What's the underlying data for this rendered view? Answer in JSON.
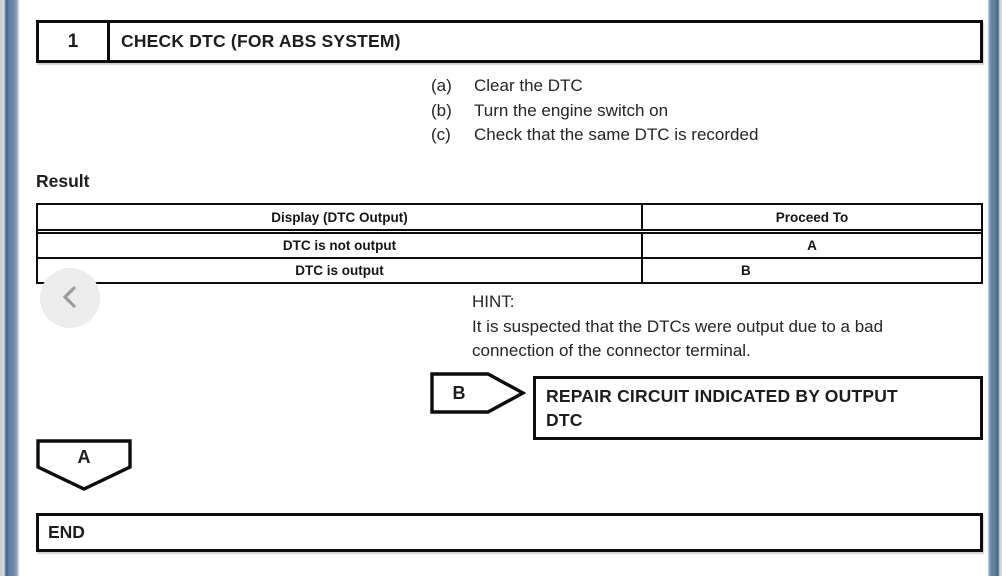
{
  "doc": {
    "step": {
      "number": "1",
      "title": "CHECK DTC (FOR ABS SYSTEM)"
    },
    "substeps": [
      {
        "label": "(a)",
        "text": "Clear the DTC"
      },
      {
        "label": "(b)",
        "text": "Turn the engine switch on"
      },
      {
        "label": "(c)",
        "text": "Check that the same DTC is recorded"
      }
    ],
    "result": {
      "heading": "Result",
      "table": {
        "columns": [
          "Display (DTC Output)",
          "Proceed To"
        ],
        "rows": [
          {
            "display": "DTC is not output",
            "proceed": "A"
          },
          {
            "display": "DTC is output",
            "proceed": "B"
          }
        ]
      }
    },
    "hint": {
      "label": "HINT:",
      "lines": [
        "It is suspected that the DTCs were output due to a bad",
        "connection of the connector terminal."
      ]
    },
    "branch_b": {
      "label": "B",
      "action_lines": [
        "REPAIR CIRCUIT INDICATED BY OUTPUT",
        "DTC"
      ]
    },
    "connector_a": {
      "label": "A"
    },
    "terminal": {
      "label": "END"
    }
  },
  "nav": {
    "prev_icon": "chevron-left"
  },
  "colors": {
    "frame_blue": "#5f7e9e",
    "border_black": "#0c0c0c",
    "nav_circle": "#ececec",
    "nav_chevron": "#9b9b9b",
    "text": "#1d1d1d"
  }
}
